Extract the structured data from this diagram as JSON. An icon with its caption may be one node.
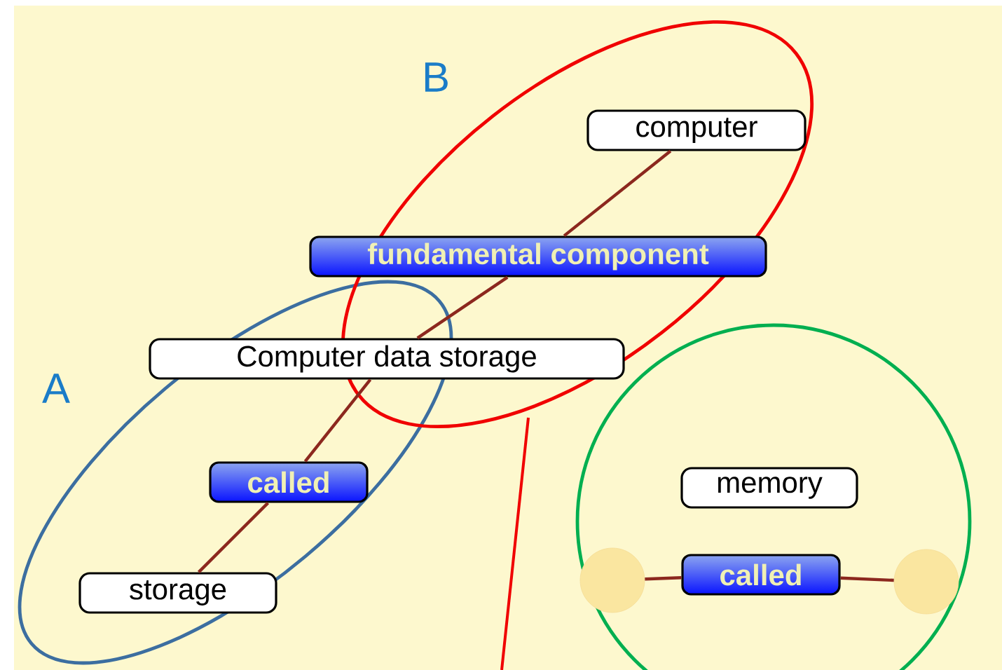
{
  "diagram": {
    "nodes": [
      {
        "text": [
          "computer"
        ]
      },
      {
        "text": [
          "fundamental component"
        ]
      },
      {
        "text": [
          "Computer data storage"
        ]
      },
      {
        "text": [
          "called"
        ]
      },
      {
        "text": [
          "storage"
        ]
      },
      {
        "text": [
          "memory"
        ]
      },
      {
        "text": [],
        "shape": "circle"
      },
      {
        "text": [
          "called"
        ]
      },
      {
        "text": [],
        "shape": "circle"
      }
    ],
    "edges": [
      {
        "from": 0,
        "to": 1,
        "arrow": "none"
      },
      {
        "from": 1,
        "to": 2,
        "arrow": "none"
      },
      {
        "from": 2,
        "to": 3,
        "arrow": "none"
      },
      {
        "from": 3,
        "to": 4,
        "arrow": "none"
      },
      {
        "from": 6,
        "to": 7,
        "arrow": "none"
      },
      {
        "from": 7,
        "to": 8,
        "arrow": "none"
      }
    ],
    "labels": [
      "B",
      "A"
    ]
  }
}
